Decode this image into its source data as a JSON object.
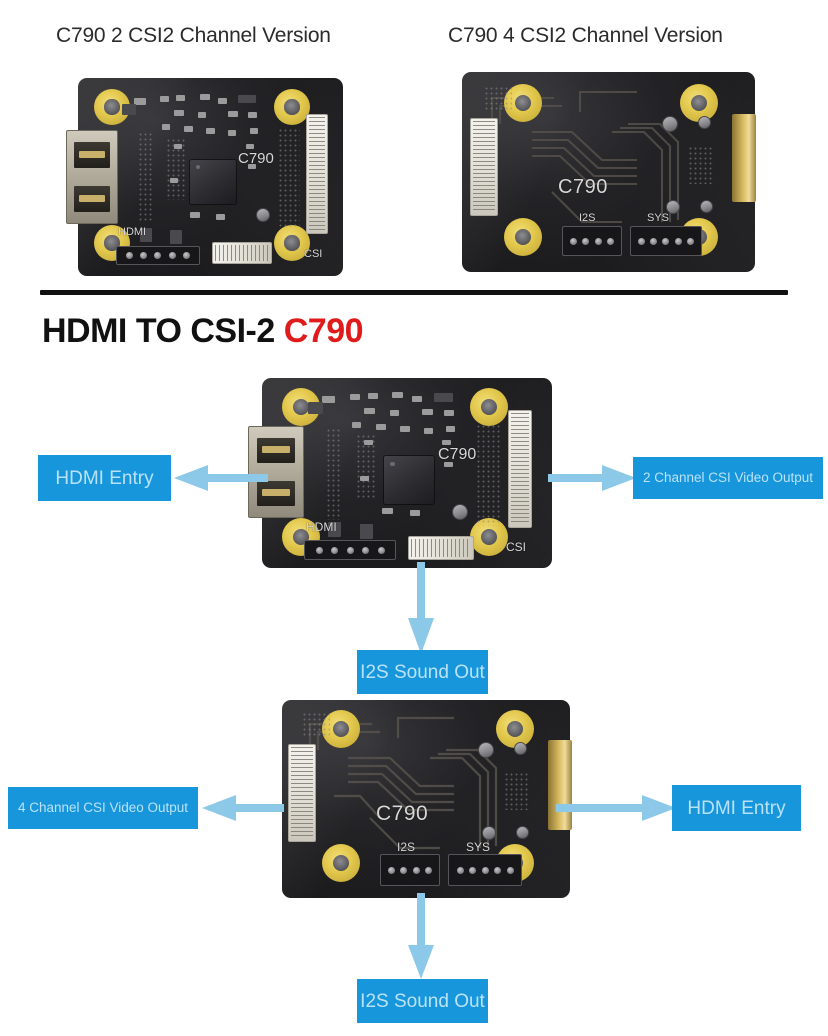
{
  "headings": {
    "left_version": "C790 2 CSI2 Channel Version",
    "right_version": "C790 4 CSI2 Channel Version",
    "main_prefix": "HDMI TO CSI-2 ",
    "main_accent": "C790"
  },
  "colors": {
    "callout_bg": "#1796dc",
    "callout_text": "#b9e2f7",
    "arrow": "#8cc9e8",
    "accent_red": "#e01b1b",
    "pcb_black": "#232326",
    "hole_yellow": "#e3c84d"
  },
  "callouts": {
    "hdmi_entry_top": "HDMI Entry",
    "csi_2_channel": "2 Channel CSI Video Output",
    "i2s_sound_top": "I2S Sound Out",
    "csi_4_channel": "4 Channel CSI Video Output",
    "hdmi_entry_bottom": "HDMI Entry",
    "i2s_sound_bottom": "I2S Sound Out"
  },
  "board_2ch": {
    "silk_model": "C790",
    "silk_hdmi": "HDMI",
    "silk_csi": "CSI"
  },
  "board_4ch": {
    "silk_model": "C790",
    "silk_i2s": "I2S",
    "silk_sys": "SYS"
  }
}
